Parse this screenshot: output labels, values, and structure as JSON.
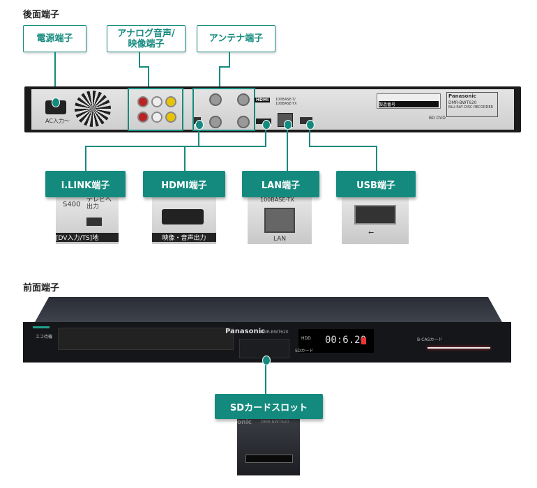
{
  "rear": {
    "heading": "後面端子",
    "labels": {
      "power": "電源端子",
      "analog": "アナログ音声/\n映像端子",
      "antenna": "アンテナ端子",
      "ilink": "i.LINK端子",
      "hdmi": "HDMI端子",
      "lan": "LAN端子",
      "usb": "USB端子"
    },
    "device": {
      "ac": "AC入力〜",
      "hdmi_logo": "HDMI",
      "lan": "100BASE-T/\n100BASE-TX",
      "brand": "Panasonic",
      "model": "DMR-BWT620",
      "type": "BLU-RAY DISC RECORDER",
      "serial": "製造番号",
      "bd_dvd": "BD  DVD"
    },
    "thumbs": {
      "ilink_s400": "S400",
      "ilink_out": "テレビへ\n出力",
      "ilink_bottom": "[DV入力/TS]地",
      "hdmi_bottom": "映像・音声出力",
      "lan_top": "100BASE-TX",
      "lan_bottom": "LAN"
    }
  },
  "front": {
    "heading": "前面端子",
    "labels": {
      "sd": "SDカードスロット"
    },
    "device": {
      "brand": "Panasonic",
      "model": "DMR-BWT620",
      "eco": "エコ待機",
      "display": "00:6.20",
      "hdd": "HDD",
      "sd_card": "SDカード",
      "bcas": "B-CASカード"
    },
    "thumb": {
      "brand_fragment": "onic",
      "model": "DMR-BWT620"
    }
  },
  "colors": {
    "accent": "#148a7e"
  }
}
